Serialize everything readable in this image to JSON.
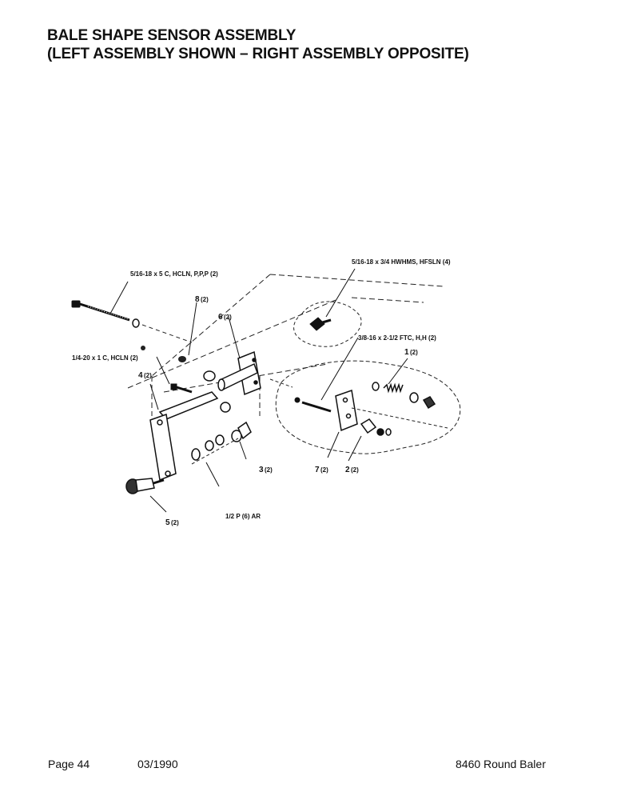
{
  "header": {
    "title_line1": "BALE SHAPE SENSOR ASSEMBLY",
    "title_line2": "(LEFT ASSEMBLY SHOWN – RIGHT ASSEMBLY OPPOSITE)"
  },
  "callouts": {
    "bolt_5c": "5/16-18 x 5 C, HCLN, P,P,P (2)",
    "bolt_hwhms": "5/16-18 x 3/4 HWHMS, HFSLN (4)",
    "bolt_ftc": "3/8-16 x 2-1/2 FTC, H,H (2)",
    "bolt_1c": "1/4-20 x 1 C, HCLN (2)",
    "washer_p": "1/2 P (6) AR",
    "item1": "1",
    "item1_qty": "(2)",
    "item2": "2",
    "item2_qty": "(2)",
    "item3": "3",
    "item3_qty": "(2)",
    "item4": "4",
    "item4_qty": "(2)",
    "item5": "5",
    "item5_qty": "(2)",
    "item6": "6",
    "item6_qty": "(2)",
    "item7": "7",
    "item7_qty": "(2)",
    "item8": "8",
    "item8_qty": "(2)"
  },
  "footer": {
    "page": "Page 44",
    "date": "03/1990",
    "model": "8460 Round Baler"
  }
}
